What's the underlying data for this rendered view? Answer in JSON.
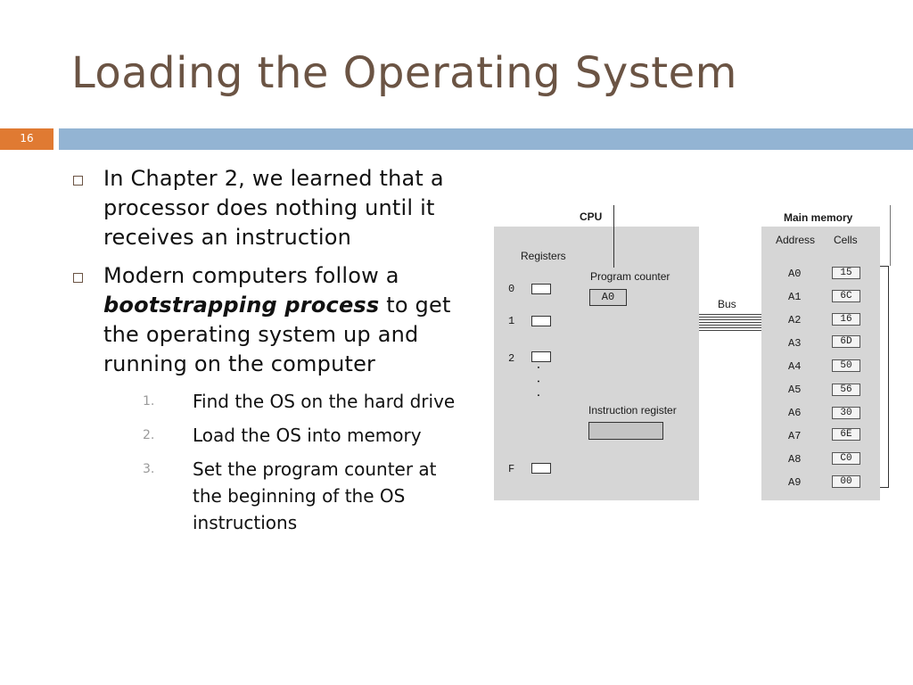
{
  "title": "Loading the Operating System",
  "slide_number": "16",
  "bullets": {
    "b1": "In Chapter 2, we learned that a processor does nothing until it receives an instruction",
    "b2_before": "Modern computers follow a ",
    "b2_em": "bootstrapping process",
    "b2_after": " to get the operating system up and running on the computer",
    "steps": [
      {
        "num": "1.",
        "text": "Find the OS on the hard drive"
      },
      {
        "num": "2.",
        "text": "Load the OS into memory"
      },
      {
        "num": "3.",
        "text": "Set the program counter at the beginning of the OS instructions"
      }
    ]
  },
  "diagram": {
    "cpu_label": "CPU",
    "registers_label": "Registers",
    "register_ids": [
      "0",
      "1",
      "2",
      "F"
    ],
    "dots": ". . .",
    "pc_label": "Program counter",
    "pc_value": "A0",
    "ir_label": "Instruction register",
    "bus_label": "Bus",
    "memory_label": "Main memory",
    "address_header": "Address",
    "cells_header": "Cells",
    "memory": [
      {
        "addr": "A0",
        "cell": "15"
      },
      {
        "addr": "A1",
        "cell": "6C"
      },
      {
        "addr": "A2",
        "cell": "16"
      },
      {
        "addr": "A3",
        "cell": "6D"
      },
      {
        "addr": "A4",
        "cell": "50"
      },
      {
        "addr": "A5",
        "cell": "56"
      },
      {
        "addr": "A6",
        "cell": "30"
      },
      {
        "addr": "A7",
        "cell": "6E"
      },
      {
        "addr": "A8",
        "cell": "C0"
      },
      {
        "addr": "A9",
        "cell": "00"
      }
    ]
  }
}
